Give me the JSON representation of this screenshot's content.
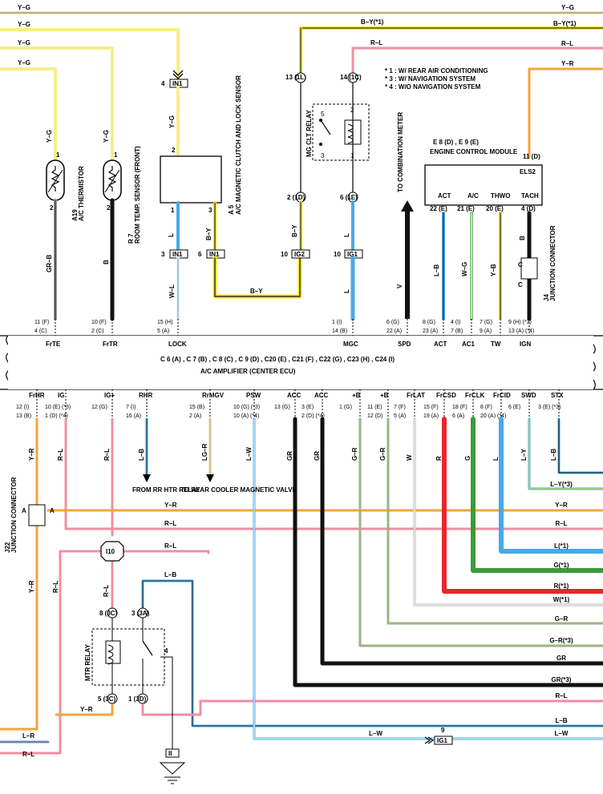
{
  "notes": [
    "* 1 : W/ REAR AIR CONDITIONING",
    "* 3 : W/ NAVIGATION SYSTEM",
    "* 4 : W/O NAVIGATION SYSTEM"
  ],
  "top_wires": {
    "left_yg": [
      "Y–G",
      "Y–G",
      "Y–G",
      "Y–G"
    ],
    "right": [
      "Y–G",
      "B–Y(*1)",
      "R–L",
      "Y–R"
    ]
  },
  "components": {
    "a19": {
      "id": "A19",
      "name": "A/C THERMISTOR",
      "wire_top": "Y–G",
      "wire_bottom": "GR–B",
      "pin_top": "1",
      "pin_bottom": "2"
    },
    "r7": {
      "id": "R 7",
      "name": "ROOM TEMP. SENSOR (FRONT)",
      "wire_top": "Y–G",
      "wire_bottom": "B",
      "pin_top": "1",
      "pin_bottom": "2"
    },
    "a5": {
      "id": "A 5",
      "name": "A/C MAGNETIC CLUTCH AND LOCK SENSOR",
      "pin_top": "2",
      "pin_lock": "1",
      "pin_b": "3",
      "wire_top": "Y–G",
      "wire_lock": "L",
      "wire_by": "B–Y"
    },
    "mg_relay": {
      "name": "MG CLT RELAY",
      "pins": [
        "5",
        "2",
        "3",
        "1"
      ]
    },
    "ecm": {
      "ids": "E 8 (D) , E 9 (E)",
      "name": "ENGINE CONTROL MODULE",
      "els2": "ELS2",
      "pin_els2": "11 (D)",
      "terms": [
        "ACT",
        "A/C",
        "THWO",
        "TACH"
      ],
      "pins": [
        "22 (E)",
        "21 (E)",
        "20 (E)",
        "4 (D)"
      ]
    },
    "j4": {
      "id": "J4",
      "name": "JUNCTION CONNECTOR",
      "pins": [
        "C",
        "C"
      ]
    },
    "j22": {
      "id": "J22",
      "name": "JUNCTION CONNECTOR",
      "pins": [
        "A",
        "A"
      ]
    },
    "i10": {
      "id": "I10"
    },
    "mtr_relay": {
      "name": "MTR RELAY",
      "pins": [
        "8 (3C)",
        "3 (3A)",
        "5 (3C)",
        "1 (3D)",
        "4"
      ]
    },
    "ig1": {
      "id": "IG1",
      "pin": "9"
    },
    "to_meter": "TO COMBINATION METER",
    "from_rr": "FROM RR HTR RELAY",
    "to_rear": "TO REAR COOLER MAGNETIC VALVE"
  },
  "connectors": {
    "in1_top": {
      "pin": "4",
      "id": "IN1"
    },
    "in1_a": {
      "pin": "3",
      "id": "IN1"
    },
    "in1_b": {
      "pin": "6",
      "id": "IN1"
    },
    "ig2": {
      "pin": "10",
      "id": "IG2"
    },
    "ig1": {
      "pin": "10",
      "id": "IG1"
    },
    "l13": "13 (1L)",
    "l14": "14 (1C)",
    "d2": "2 (1D)",
    "e6": "6 (1E)"
  },
  "amplifier": {
    "title": "C 6 (A) , C 7 (B) , C 8 (C) , C 9 (D) , C20 (E) , C21 (F) , C22 (G) , C23 (H) , C24 (I)",
    "subtitle": "A/C AMPLIFIER (CENTER ECU)",
    "top_terms": [
      "FrTE",
      "FrTR",
      "LOCK",
      "MGC",
      "SPD",
      "ACT",
      "AC1",
      "TW",
      "IGN"
    ],
    "top_pins_1": [
      "11 (F)",
      "10 (F)",
      "15 (H)",
      "1 (I)",
      "6 (G)",
      "8 (G)",
      "4 (I)",
      "7 (G)",
      "9 (H) (*3)"
    ],
    "top_pins_2": [
      "4 (C)",
      "2 (C)",
      "5 (A)",
      "14 (B)",
      "22 (A)",
      "23 (A)",
      "7 (B)",
      "9 (A)",
      "13 (A) (*4)"
    ],
    "top_wires": [
      "GR–B",
      "B",
      "W–L",
      "L",
      "V",
      "L–B",
      "W–G",
      "Y–B",
      "B"
    ],
    "bottom_terms": [
      "FrHR",
      "IG",
      "IG+",
      "RHR",
      "RrMGV",
      "PSW",
      "ACC",
      "ACC",
      "+B",
      "+B",
      "FrLAT",
      "FrCSD",
      "FrCLK",
      "FrCID",
      "SWD",
      "STX"
    ],
    "bottom_pins_1": [
      "12 (I)",
      "10 (E) (*3)",
      "12 (G)",
      "7 (I)",
      "15 (B)",
      "10 (G) (*3)",
      "13 (G)",
      "3 (E)",
      "1 (G)",
      "11 (E)",
      "7 (F)",
      "15 (F)",
      "18 (F)",
      "8 (F)",
      "6 (E)",
      "3 (E) (*3)"
    ],
    "bottom_pins_2": [
      "13 (B)",
      "1 (D) (*4)",
      "",
      "16 (A)",
      "2 (A)",
      "10 (A) (*4)",
      "",
      "2 (D) (*4)",
      "",
      "12 (D)",
      "5 (A)",
      "19 (A)",
      "6 (A)",
      "20 (A) (*4)",
      "",
      ""
    ],
    "bottom_wires": [
      "Y–R",
      "R–L",
      "R–L",
      "L–B",
      "LG–R",
      "L–W",
      "GR",
      "GR",
      "G–R",
      "G–R",
      "W",
      "R",
      "G",
      "L",
      "L–Y",
      "L–B"
    ]
  },
  "right_wires": [
    "L–Y(*3)",
    "Y–R",
    "R–L",
    "L(*1)",
    "G(*1)",
    "R(*1)",
    "W(*1)",
    "G–R",
    "G–R(*3)",
    "GR",
    "GR(*3)",
    "R–L",
    "L–B",
    "L–W"
  ],
  "bottom_wires": {
    "lr": "L–R",
    "rl": "R–L",
    "yr": "Y–R",
    "lw": "L–W",
    "lb": "L–B",
    "rl2": "R–L",
    "i10_rl": "R–L",
    "mtr_rl": "R–L",
    "mtr_lb": "L–B",
    "yr2": "Y–R",
    "i10_yr": "Y–R"
  },
  "ground": "II",
  "colors": {
    "yellow": "#f5e21a",
    "red": "#e8262b",
    "pink": "#f08fa0",
    "blue": "#47a9e8",
    "black": "#111111",
    "green": "#3c9a3a",
    "gray": "#9a9a9a",
    "tan": "#e8c79a",
    "olive": "#c9d27a",
    "orange": "#f3a53b",
    "lightyellow": "#f6ee8a"
  }
}
